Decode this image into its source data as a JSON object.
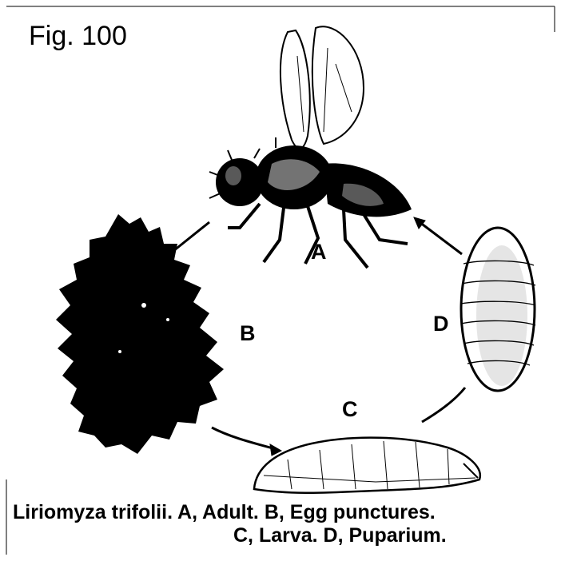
{
  "figure": {
    "title": "Fig. 100",
    "labels": {
      "a": "A",
      "b": "B",
      "c": "C",
      "d": "D"
    },
    "caption_line1": "Liriomyza trifolii. A, Adult. B, Egg punctures.",
    "caption_line2": "C, Larva. D, Puparium."
  },
  "colors": {
    "ink": "#000000",
    "paper": "#ffffff"
  },
  "icons": [
    "adult-fly-illustration",
    "leaf-silhouette",
    "larva-illustration",
    "puparium-illustration"
  ]
}
